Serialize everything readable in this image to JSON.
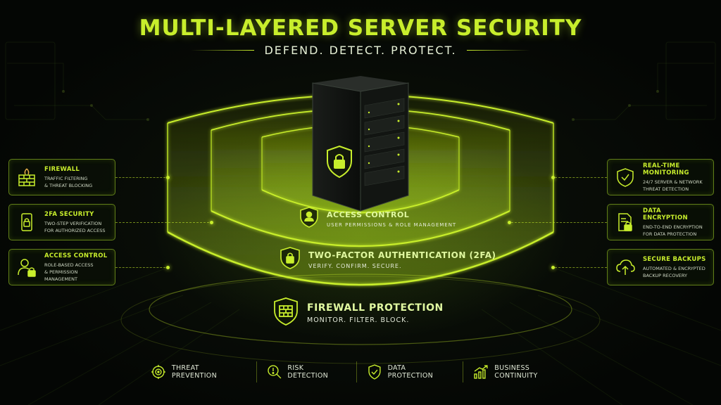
{
  "header": {
    "title": "MULTI-LAYERED SERVER SECURITY",
    "subtitle": "DEFEND. DETECT. PROTECT."
  },
  "accent_color": "#c8ee2c",
  "background_color": "#050805",
  "left_cards": [
    {
      "icon": "firewall-icon",
      "title": "FIREWALL",
      "desc": "TRAFFIC FILTERING\n& THREAT BLOCKING"
    },
    {
      "icon": "phone-lock-icon",
      "title": "2FA SECURITY",
      "desc": "TWO-STEP VERIFICATION\nFOR AUTHORIZED ACCESS"
    },
    {
      "icon": "user-lock-icon",
      "title": "ACCESS CONTROL",
      "desc": "ROLE-BASED ACCESS\n& PERMISSION MANAGEMENT"
    }
  ],
  "right_cards": [
    {
      "icon": "shield-check-icon",
      "title": "REAL-TIME MONITORING",
      "desc": "24/7 SERVER & NETWORK\nTHREAT DETECTION"
    },
    {
      "icon": "document-lock-icon",
      "title": "DATA ENCRYPTION",
      "desc": "END-TO-END ENCRYPTION\nFOR DATA PROTECTION"
    },
    {
      "icon": "cloud-backup-icon",
      "title": "SECURE BACKUPS",
      "desc": "AUTOMATED & ENCRYPTED\nBACKUP RECOVERY"
    }
  ],
  "rings": {
    "inner": {
      "icon": "user-shield-icon",
      "title": "ACCESS CONTROL",
      "subtitle": "USER PERMISSIONS & ROLE MANAGEMENT"
    },
    "middle": {
      "icon": "lock-shield-icon",
      "title": "TWO-FACTOR AUTHENTICATION (2FA)",
      "subtitle": "VERIFY. CONFIRM. SECURE."
    },
    "outer": {
      "icon": "firewall-shield-icon",
      "title": "FIREWALL PROTECTION",
      "subtitle": "MONITOR. FILTER. BLOCK."
    }
  },
  "server": {
    "icon": "server-lock-icon"
  },
  "bottom": [
    {
      "icon": "target-icon",
      "label": "THREAT PREVENTION"
    },
    {
      "icon": "warning-search-icon",
      "label": "RISK DETECTION"
    },
    {
      "icon": "shield-check-icon",
      "label": "DATA PROTECTION"
    },
    {
      "icon": "chart-growth-icon",
      "label": "BUSINESS CONTINUITY"
    }
  ]
}
